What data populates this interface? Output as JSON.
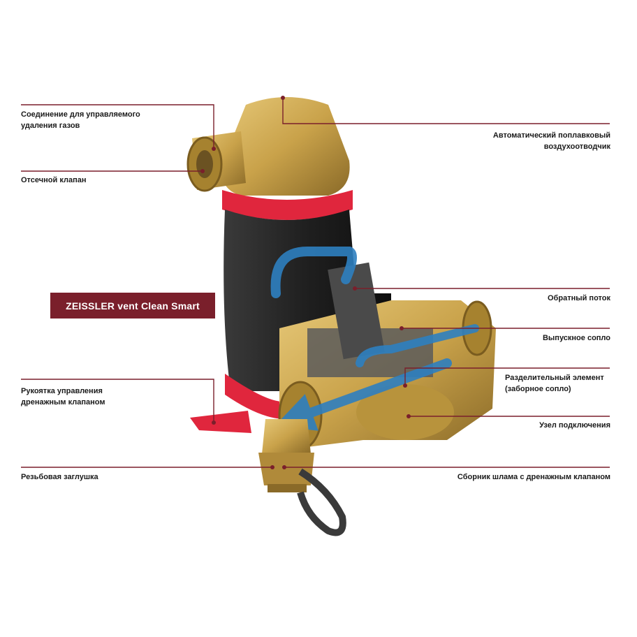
{
  "brand": {
    "title": "ZEISSLER vent Clean Smart"
  },
  "labels": {
    "gas_connection": [
      "Соединение для управляемого",
      "удаления газов"
    ],
    "shutoff_valve": "Отсечной клапан",
    "drain_handle": [
      "Рукоятка управления",
      "дренажным клапаном"
    ],
    "threaded_plug": "Резьбовая заглушка",
    "air_vent": [
      "Автоматический поплавковый",
      "воздухоотводчик"
    ],
    "return_flow": "Обратный поток",
    "outlet_nozzle": "Выпускное сопло",
    "separator": [
      "Разделительный элемент",
      "(заборное сопло)"
    ],
    "connection_unit": "Узел подключения",
    "sludge_collector": "Сборник шлама с дренажным клапаном"
  },
  "colors": {
    "leader": "#7a1f2b",
    "brass": "#c9a24a",
    "body": "#262626",
    "red_ring": "#e0263d",
    "flow": "#2e7fc0",
    "handle": "#e0263d"
  }
}
